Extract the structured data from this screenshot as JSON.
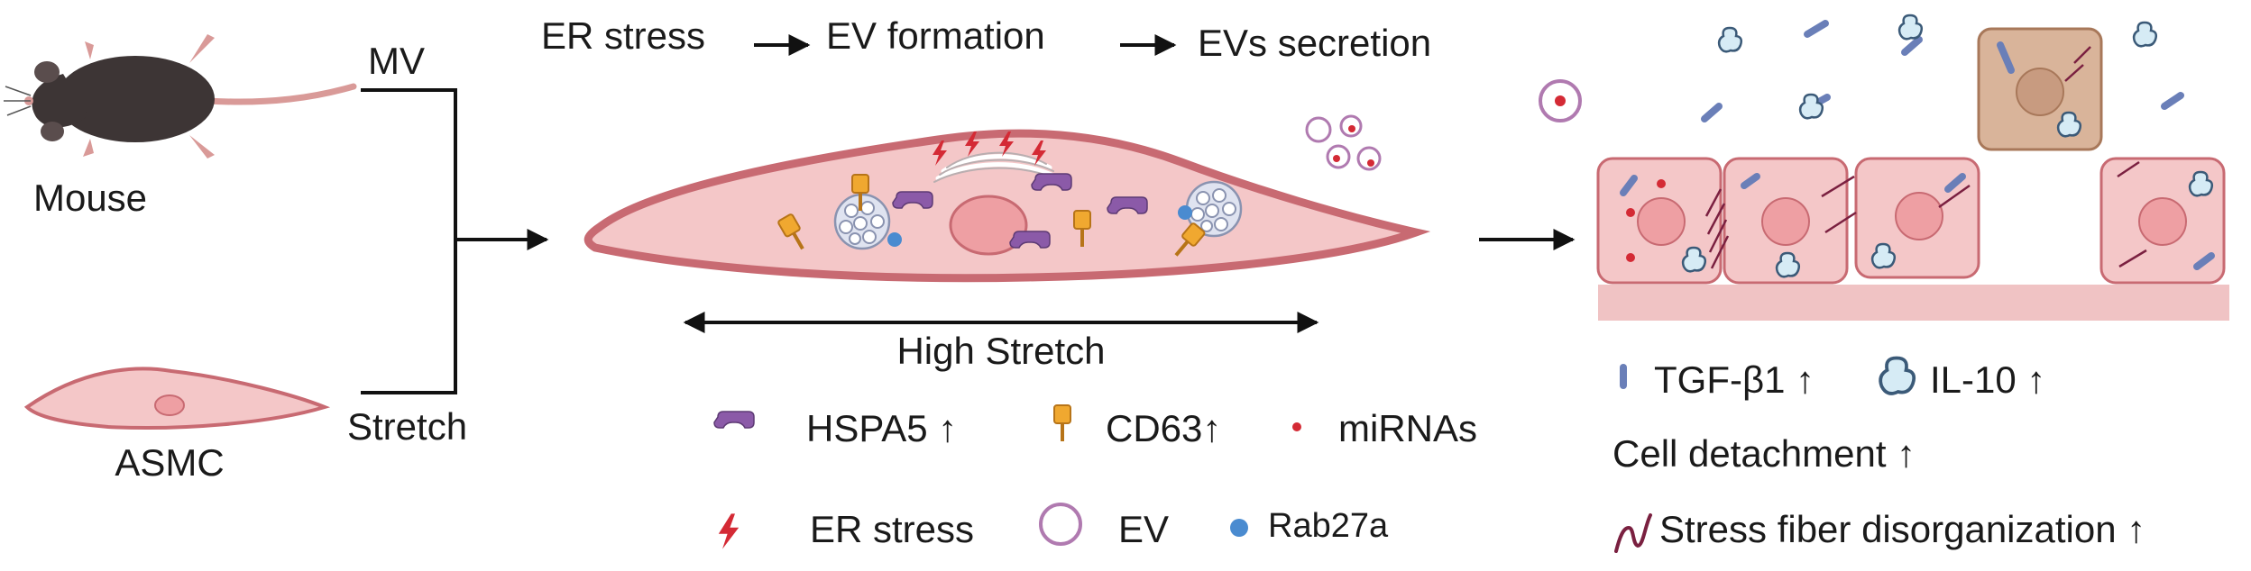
{
  "left": {
    "mouse_label": "Mouse",
    "mv_label": "MV",
    "asmc_label": "ASMC",
    "stretch_label": "Stretch"
  },
  "center": {
    "flow": [
      "ER stress",
      "EV formation",
      "EVs secretion"
    ],
    "high_stretch_label": "High Stretch"
  },
  "legend": {
    "hspa5": "HSPA5 ↑",
    "cd63": "CD63↑",
    "mirnas": "miRNAs",
    "er_stress": "ER stress",
    "ev": "EV",
    "rab27a": "Rab27a"
  },
  "right": {
    "tgf": "TGF-β1 ↑",
    "il10": "IL-10 ↑",
    "detachment": "Cell detachment ↑",
    "stress_fiber": "Stress fiber disorganization ↑"
  },
  "colors": {
    "cell_fill": "#f4c7c8",
    "cell_stroke": "#c86a72",
    "nucleus": "#ee9fa3",
    "hspa5": "#8b5aa8",
    "cd63": "#f0a830",
    "mirna": "#d42a35",
    "rab27a": "#4a8bd0",
    "tgf": "#6a7fb8",
    "il10": "#d6ebf5",
    "fiber": "#7a2040",
    "detached_cell": "#d9b49a"
  }
}
